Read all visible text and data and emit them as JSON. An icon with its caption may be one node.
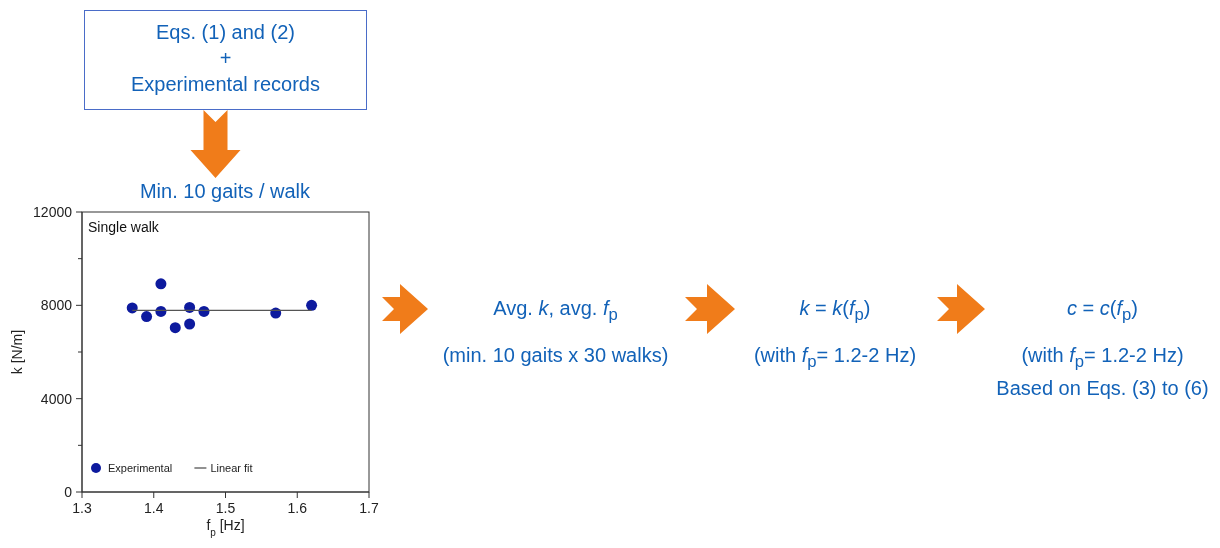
{
  "diagram": {
    "nodes": [
      {
        "text": [
          "Eqs. (1) and (2)",
          "+",
          "Experimental records"
        ]
      },
      {
        "text": [
          "Min. 10 gaits / walk"
        ]
      },
      {
        "text": [
          "Avg. *k*, avg. *f*$_{p}$",
          "(min. 10 gaits x 30 walks)"
        ]
      },
      {
        "text": [
          "*k* = *k*(*f*$_{p}$)",
          "(with *f*$_{p}$= 1.2-2 Hz)"
        ]
      },
      {
        "text": [
          "*c* = *c*(*f*$_{p}$)",
          "(with *f*$_{p}$= 1.2-2 Hz)",
          "Based on Eqs. (3) to (6)"
        ]
      }
    ],
    "edges": [
      {
        "from": 0,
        "to": 1,
        "arrow": "to"
      },
      {
        "from": 1,
        "to": 2,
        "arrow": "to"
      },
      {
        "from": 2,
        "to": 3,
        "arrow": "to"
      },
      {
        "from": 3,
        "to": 4,
        "arrow": "to"
      }
    ],
    "chart_data": {
      "type": "scatter",
      "title": "Single walk",
      "xlabel": "f$_{p}$ [Hz]",
      "ylabel": "k [N/m]",
      "xlim": [
        1.3,
        1.7
      ],
      "ylim": [
        0,
        12000
      ],
      "xticks": [
        1.3,
        1.4,
        1.5,
        1.6,
        1.7
      ],
      "yticks": [
        0,
        4000,
        8000,
        12000
      ],
      "legend": "lower left",
      "series": [
        {
          "name": "Experimental",
          "color": "#0d1a9e",
          "x": [
            1.37,
            1.39,
            1.41,
            1.41,
            1.43,
            1.45,
            1.45,
            1.47,
            1.57,
            1.62
          ],
          "values": [
            7890,
            7520,
            8920,
            7740,
            7040,
            7910,
            7200,
            7740,
            7670,
            8000
          ]
        },
        {
          "name": "Linear fit",
          "type": "line",
          "color": "#555555",
          "x": [
            1.37,
            1.62
          ],
          "values": [
            7780,
            7780
          ]
        }
      ]
    }
  }
}
